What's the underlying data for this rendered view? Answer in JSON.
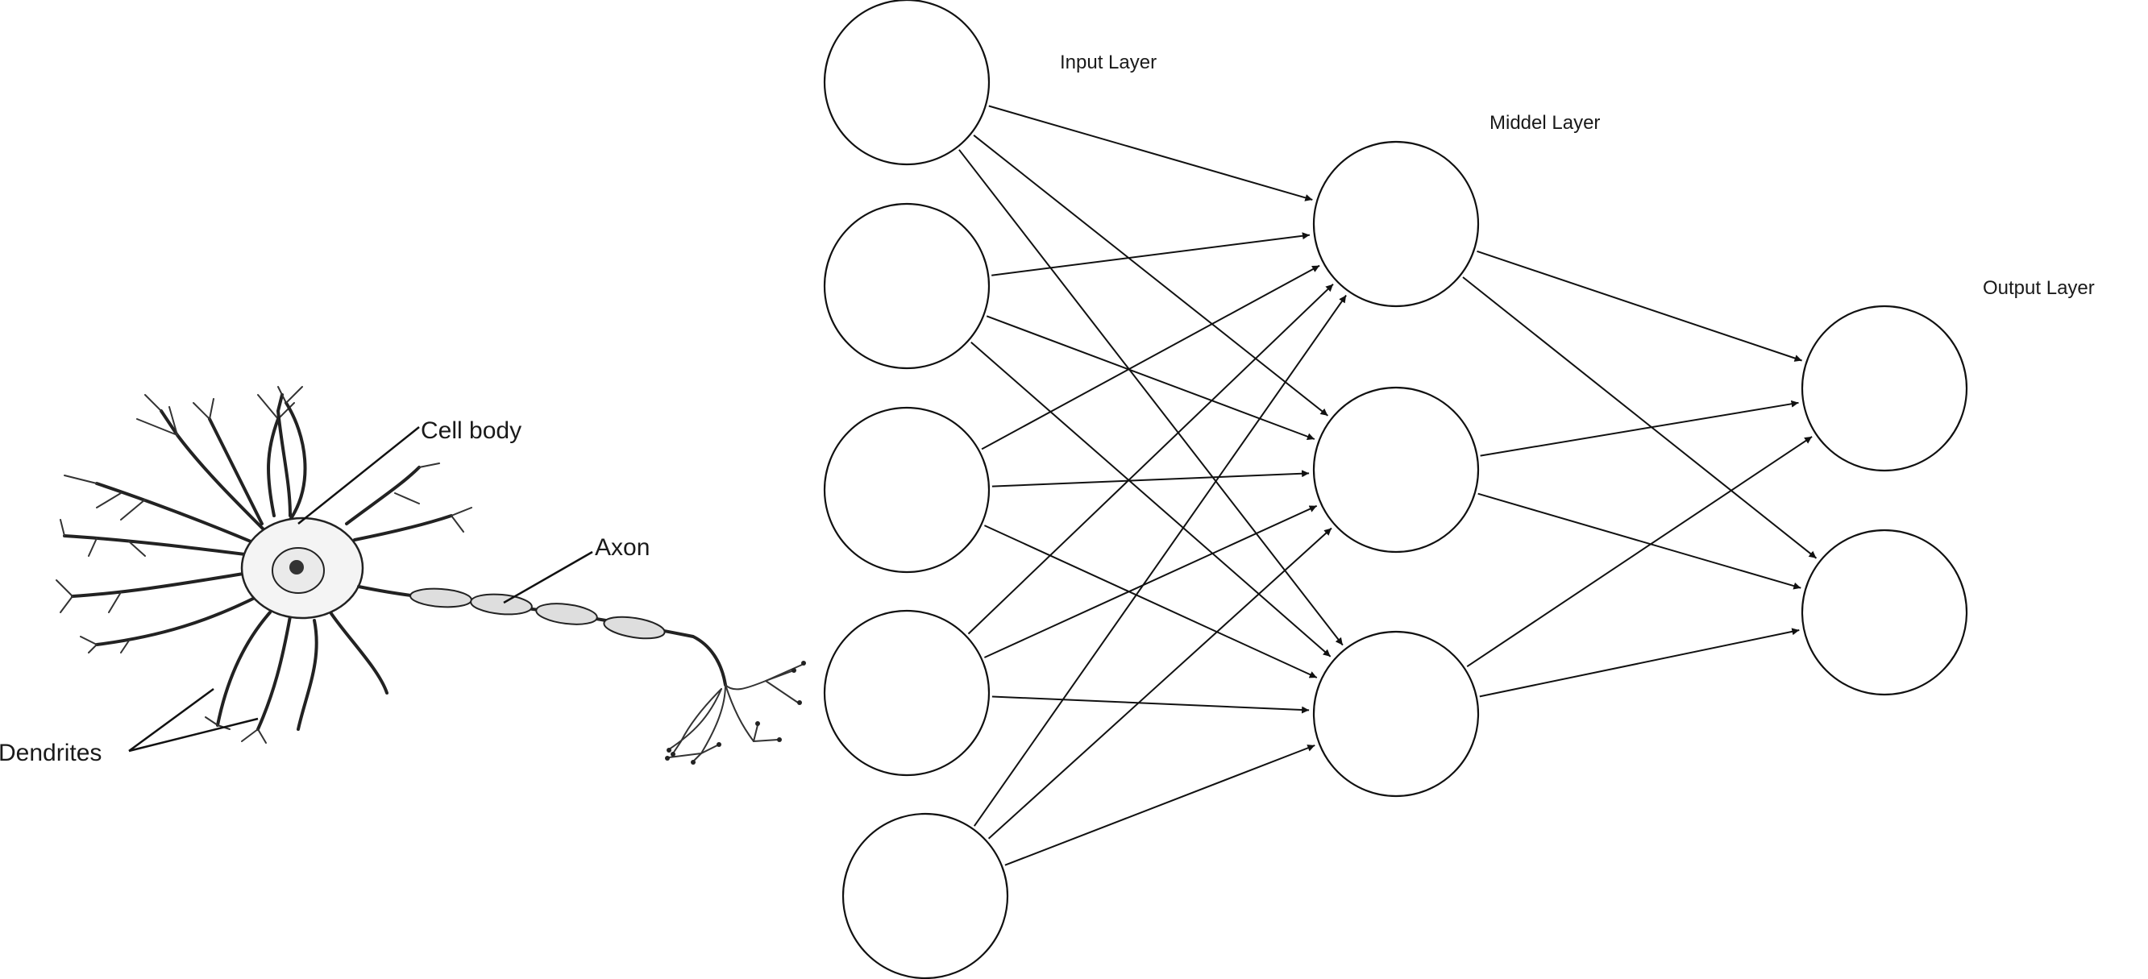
{
  "neuron": {
    "labels": {
      "cell_body": "Cell body",
      "axon": "Axon",
      "dendrites": "Dendrites"
    }
  },
  "network": {
    "layers": [
      {
        "name": "Input Layer",
        "size": 5
      },
      {
        "name": "Middel Layer",
        "size": 3
      },
      {
        "name": "Output Layer",
        "size": 2
      }
    ],
    "connections": "fully-connected"
  }
}
